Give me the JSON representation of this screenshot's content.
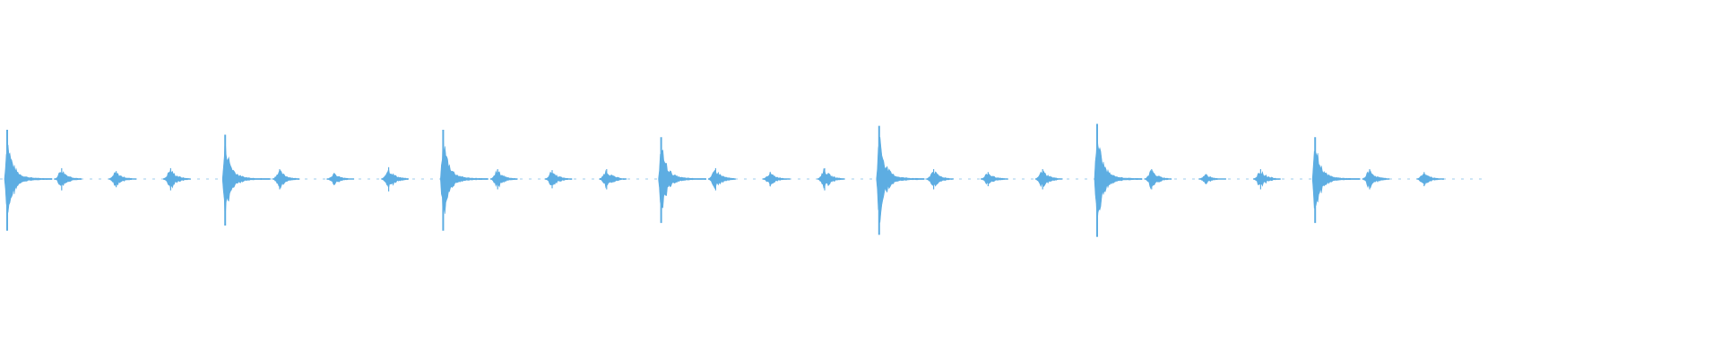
{
  "waveform": {
    "color": "#5dade2",
    "pattern": [
      "strong",
      "weak",
      "weak",
      "weak"
    ],
    "beats": [
      {
        "kind": "strong",
        "amplitude": 1.0
      },
      {
        "kind": "weak",
        "amplitude": 0.22
      },
      {
        "kind": "weak",
        "amplitude": 0.16
      },
      {
        "kind": "weak",
        "amplitude": 0.22
      },
      {
        "kind": "strong",
        "amplitude": 0.9
      },
      {
        "kind": "weak",
        "amplitude": 0.2
      },
      {
        "kind": "weak",
        "amplitude": 0.12
      },
      {
        "kind": "weak",
        "amplitude": 0.24
      },
      {
        "kind": "strong",
        "amplitude": 1.0
      },
      {
        "kind": "weak",
        "amplitude": 0.2
      },
      {
        "kind": "weak",
        "amplitude": 0.18
      },
      {
        "kind": "weak",
        "amplitude": 0.2
      },
      {
        "kind": "strong",
        "amplitude": 0.85
      },
      {
        "kind": "weak",
        "amplitude": 0.22
      },
      {
        "kind": "weak",
        "amplitude": 0.14
      },
      {
        "kind": "weak",
        "amplitude": 0.22
      },
      {
        "kind": "strong",
        "amplitude": 1.08
      },
      {
        "kind": "weak",
        "amplitude": 0.2
      },
      {
        "kind": "weak",
        "amplitude": 0.14
      },
      {
        "kind": "weak",
        "amplitude": 0.2
      },
      {
        "kind": "strong",
        "amplitude": 1.12
      },
      {
        "kind": "weak",
        "amplitude": 0.2
      },
      {
        "kind": "weak",
        "amplitude": 0.1
      },
      {
        "kind": "weak",
        "amplitude": 0.2
      },
      {
        "kind": "strong",
        "amplitude": 0.85
      },
      {
        "kind": "weak",
        "amplitude": 0.2
      },
      {
        "kind": "weak",
        "amplitude": 0.14
      }
    ]
  }
}
